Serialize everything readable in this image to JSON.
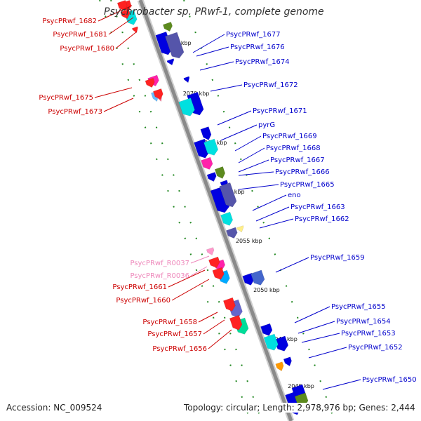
{
  "title": "Psychrobacter sp. PRwf-1, complete genome",
  "footer": {
    "accession": "Accession: NC_009524",
    "summary": "Topology: circular; Length: 2,978,976 bp; Genes: 2,444"
  },
  "colors": {
    "backbone": "#8a8a8a",
    "left_label": "#cc0000",
    "left_rna_label": "#ee88bb",
    "right_label": "#0000cc",
    "tick": "#228822"
  },
  "scale_ticks": [
    "2075 kbp",
    "2070 kbp",
    "2065 kbp",
    "2060 kbp",
    "2055 kbp",
    "2050 kbp",
    "2045 kbp",
    "2040 kbp"
  ],
  "left_labels": [
    {
      "text": "PsycPRwf_1682",
      "type": "gene"
    },
    {
      "text": "PsycPRwf_1681",
      "type": "gene"
    },
    {
      "text": "PsycPRwf_1680",
      "type": "gene"
    },
    {
      "text": "PsycPRwf_1675",
      "type": "gene"
    },
    {
      "text": "PsycPRwf_1673",
      "type": "gene"
    },
    {
      "text": "PsycPRwf_R0037",
      "type": "rna"
    },
    {
      "text": "PsycPRwf_R0036",
      "type": "rna"
    },
    {
      "text": "PsycPRwf_1661",
      "type": "gene"
    },
    {
      "text": "PsycPRwf_1660",
      "type": "gene"
    },
    {
      "text": "PsycPRwf_1658",
      "type": "gene"
    },
    {
      "text": "PsycPRwf_1657",
      "type": "gene"
    },
    {
      "text": "PsycPRwf_1656",
      "type": "gene"
    }
  ],
  "right_labels": [
    {
      "text": "PsycPRwf_1677"
    },
    {
      "text": "PsycPRwf_1676"
    },
    {
      "text": "PsycPRwf_1674"
    },
    {
      "text": "PsycPRwf_1672"
    },
    {
      "text": "PsycPRwf_1671"
    },
    {
      "text": "pyrG"
    },
    {
      "text": "PsycPRwf_1669"
    },
    {
      "text": "PsycPRwf_1668"
    },
    {
      "text": "PsycPRwf_1667"
    },
    {
      "text": "PsycPRwf_1666"
    },
    {
      "text": "PsycPRwf_1665"
    },
    {
      "text": "eno"
    },
    {
      "text": "PsycPRwf_1663"
    },
    {
      "text": "PsycPRwf_1662"
    },
    {
      "text": "PsycPRwf_1659"
    },
    {
      "text": "PsycPRwf_1655"
    },
    {
      "text": "PsycPRwf_1654"
    },
    {
      "text": "PsycPRwf_1653"
    },
    {
      "text": "PsycPRwf_1652"
    },
    {
      "text": "PsycPRwf_1650"
    }
  ]
}
